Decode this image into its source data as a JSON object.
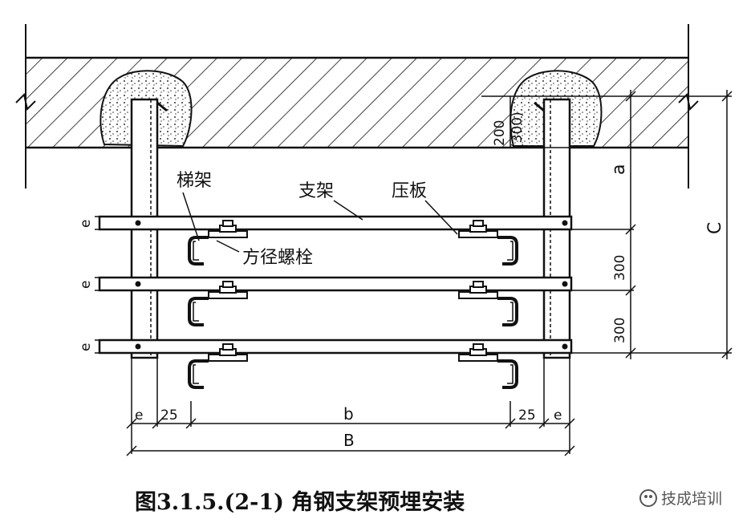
{
  "labels": {
    "ladder_frame": "梯架",
    "bracket": "支架",
    "press_plate": "压板",
    "square_bolt": "方径螺栓"
  },
  "dimensions": {
    "embed_depth": "200",
    "embed_depth_alt": "(300)",
    "a": "a",
    "spacing_1": "300",
    "spacing_2": "300",
    "C": "C",
    "e": "e",
    "edge_left": "25",
    "edge_right": "25",
    "b": "b",
    "B": "B"
  },
  "caption": "图3.1.5.(2-1)  角钢支架预埋安装",
  "watermark": "技成培训",
  "colors": {
    "line": "#111111",
    "background": "#ffffff",
    "watermark": "#555555"
  }
}
